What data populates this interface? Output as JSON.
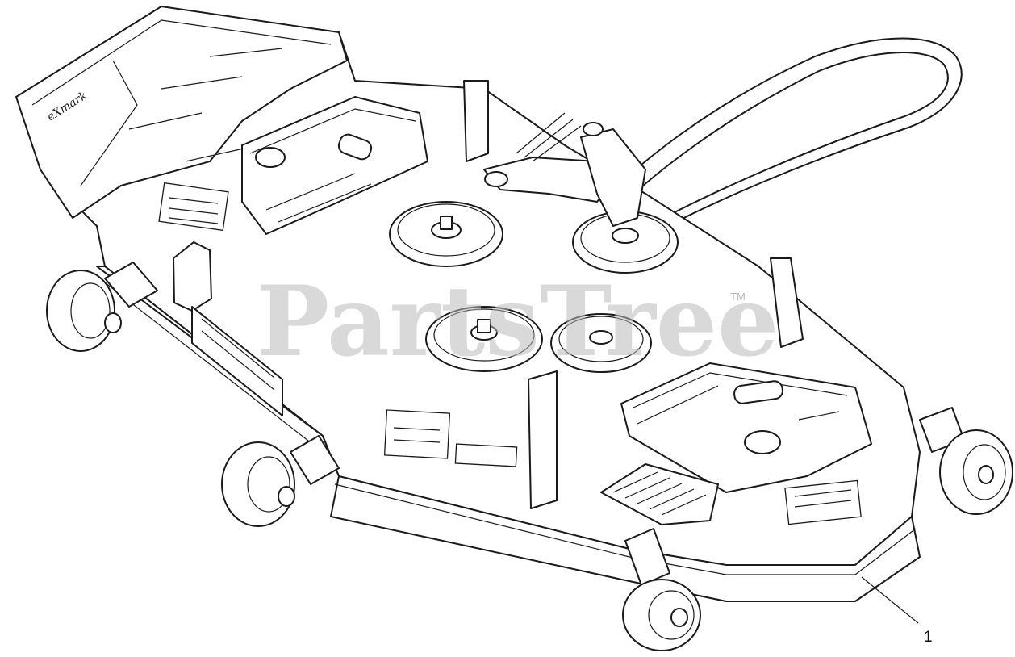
{
  "watermark": {
    "text": "PartsTree",
    "trademark": "TM",
    "color": "#b9b9b9"
  },
  "callouts": [
    {
      "label": "1"
    }
  ],
  "colors": {
    "line": "#1a1a1a",
    "background": "#ffffff"
  }
}
